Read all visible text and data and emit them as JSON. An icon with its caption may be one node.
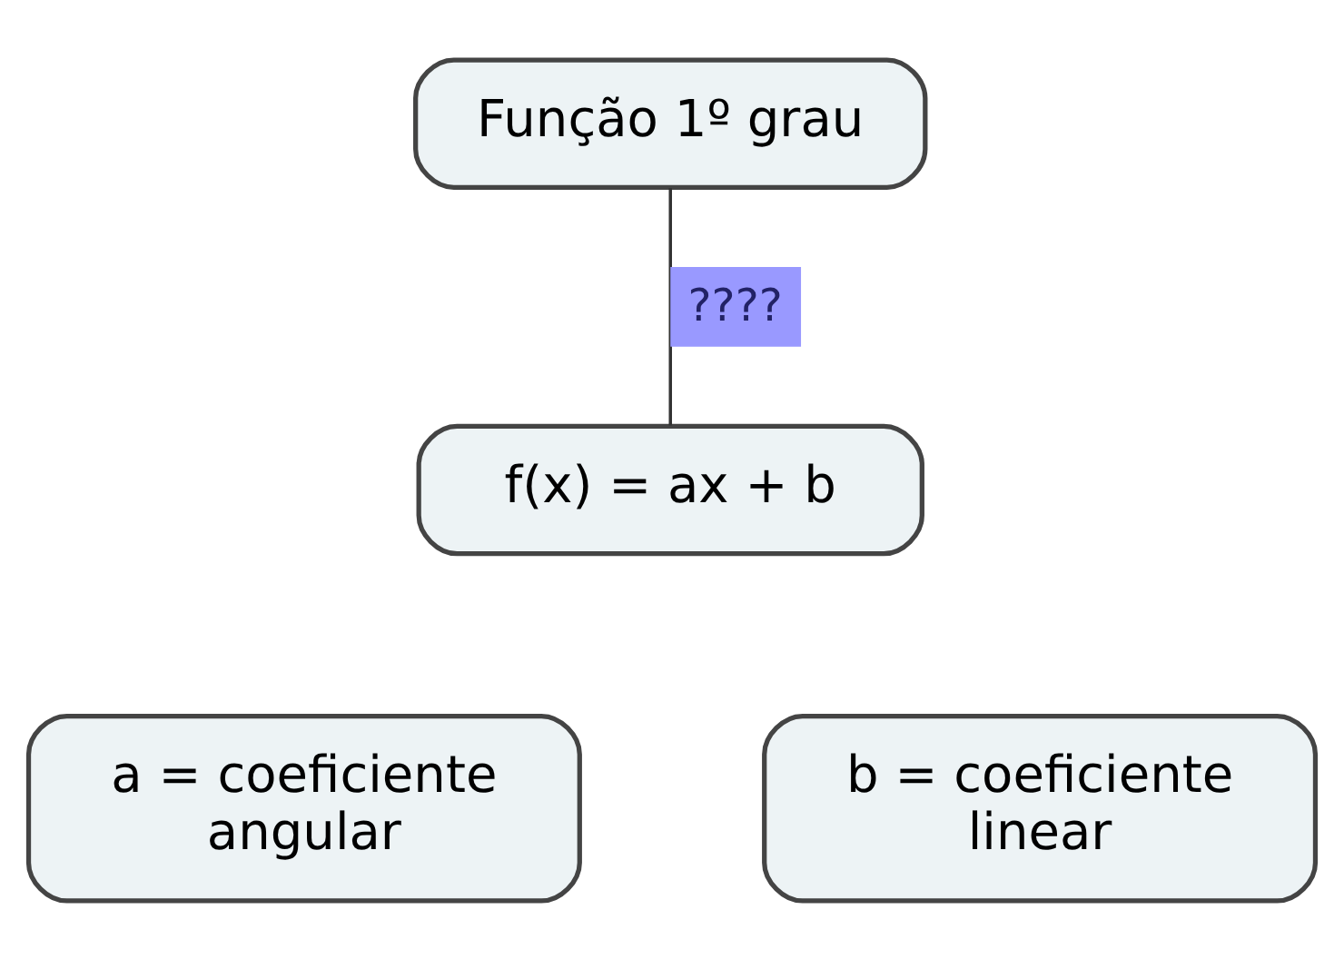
{
  "diagram": {
    "nodes": [
      {
        "text": [
          "Função 1º grau"
        ]
      },
      {
        "text": [
          "f(x) = ax + b"
        ]
      },
      {
        "text": [
          "a = coeficiente angular"
        ]
      },
      {
        "text": [
          "b = coeficiente linear"
        ]
      }
    ],
    "edges": [
      {
        "from": 0,
        "to": 1,
        "arrow": "none",
        "label": "????"
      }
    ]
  }
}
